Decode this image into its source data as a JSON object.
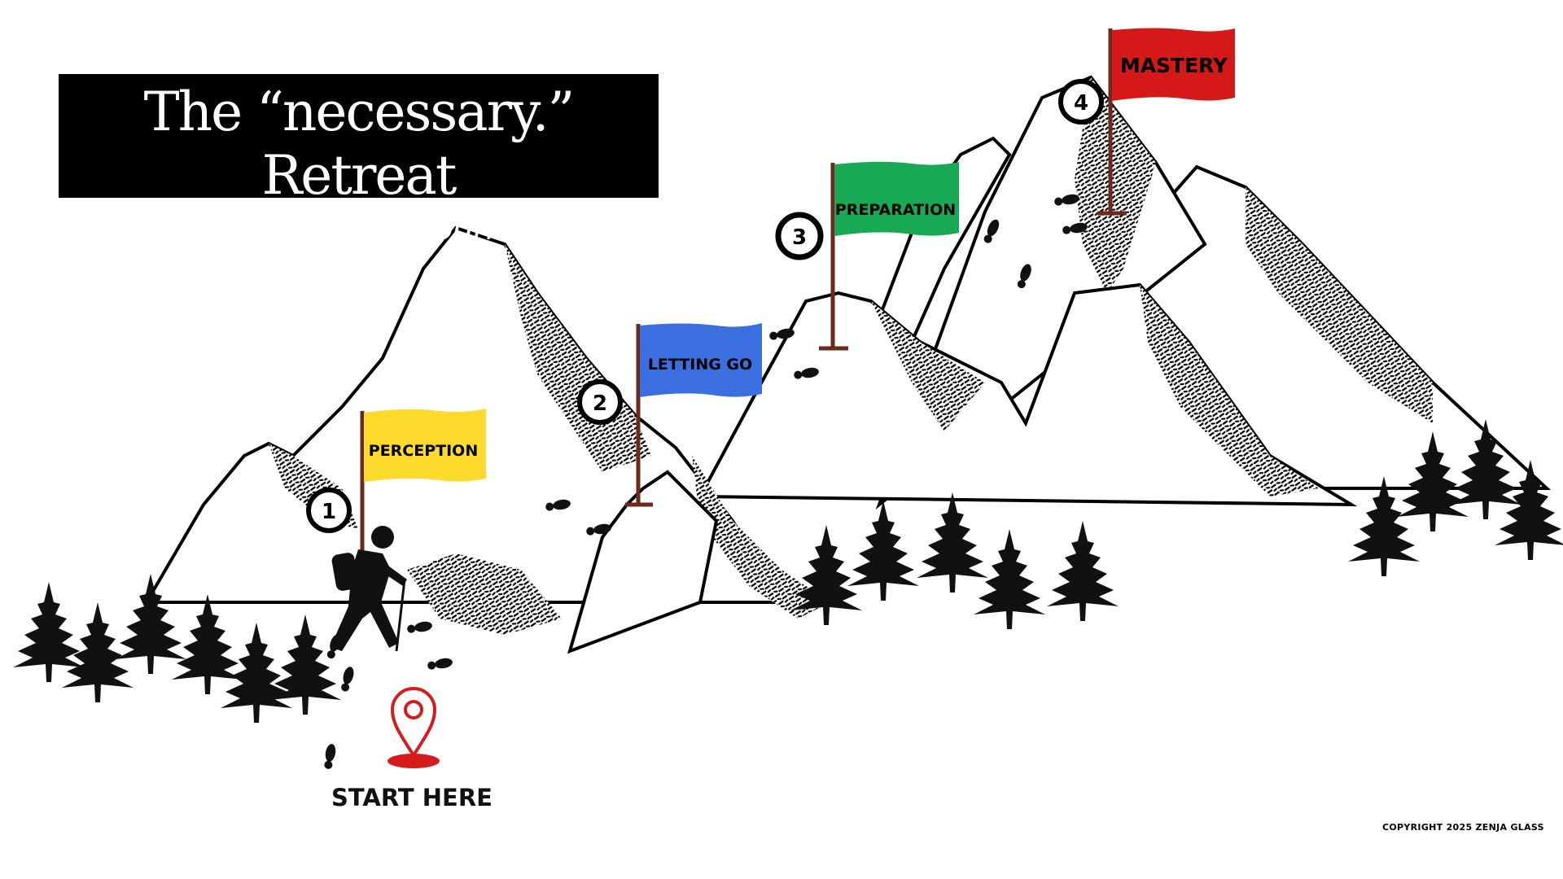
{
  "title": {
    "main": "The “necessary.” Retreat",
    "subtitle": "Transformation Journey"
  },
  "stages": [
    {
      "number": "1",
      "label": "PERCEPTION",
      "color": "#FDDA2B"
    },
    {
      "number": "2",
      "label": "LETTING GO",
      "color": "#3B6FE0"
    },
    {
      "number": "3",
      "label": "PREPARATION",
      "color": "#17A954"
    },
    {
      "number": "4",
      "label": "MASTERY",
      "color": "#D41918"
    }
  ],
  "start": {
    "label": "START HERE",
    "icon": "location-pin-icon",
    "color": "#D51C1C"
  },
  "hiker_icon": "hiker-icon",
  "pole_color": "#6B2A1C",
  "copyright": "COPYRIGHT 2025 ZENJA GLASS"
}
